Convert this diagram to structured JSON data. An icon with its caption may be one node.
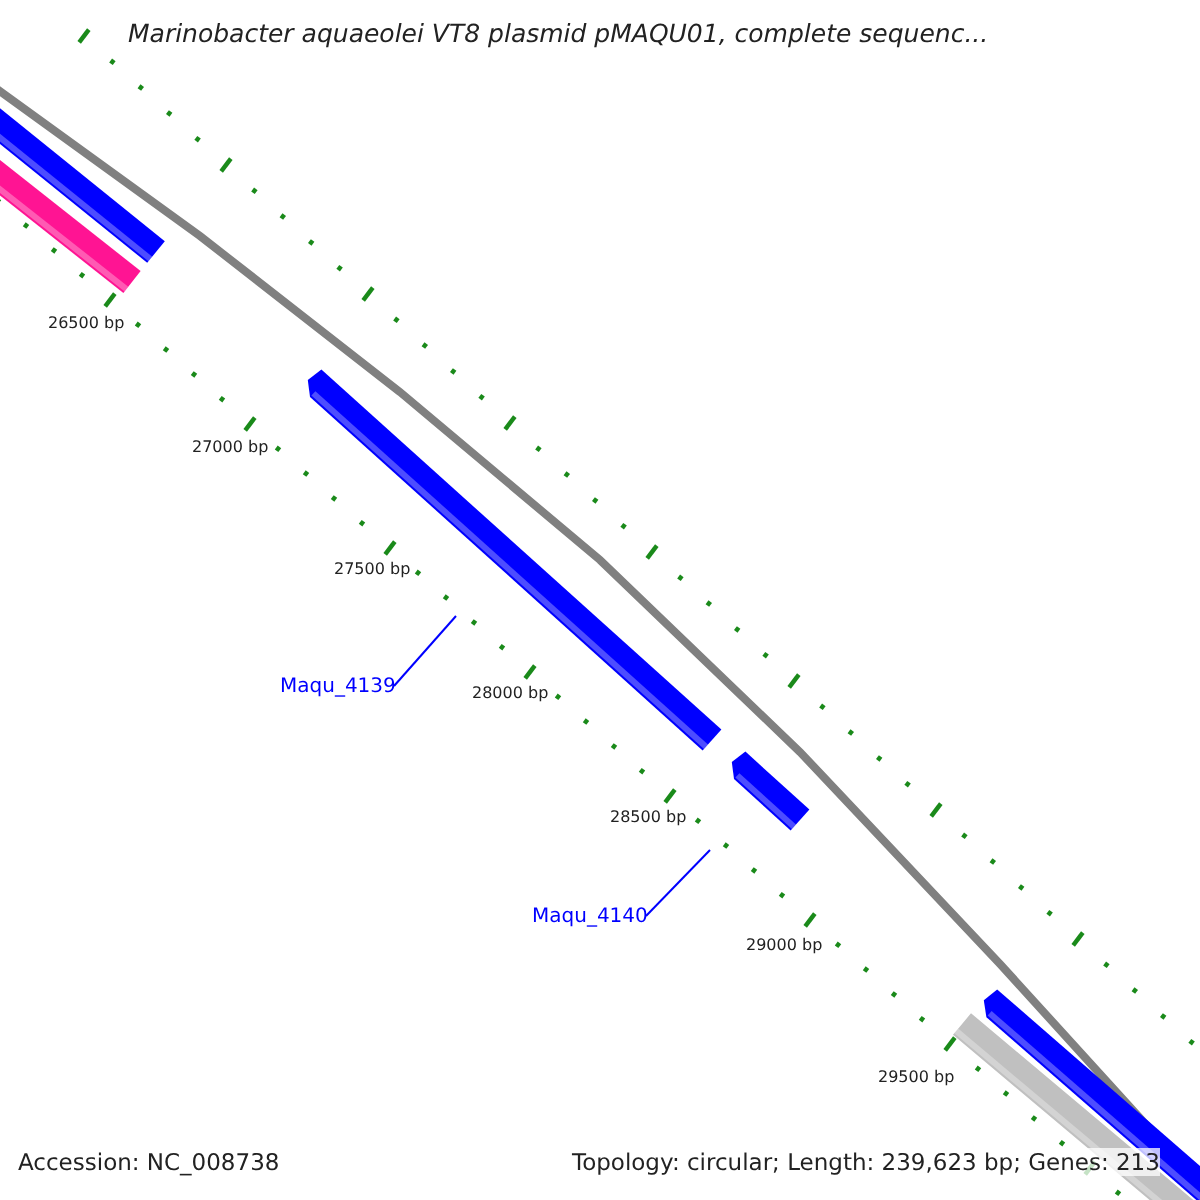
{
  "diagram": {
    "title": "Marinobacter aquaeolei VT8 plasmid pMAQU01, complete sequenc...",
    "nodes": [
      {
        "text": [],
        "shape": "bar"
      },
      {
        "text": [],
        "shape": "bar"
      },
      {
        "text": [],
        "shape": "bar"
      },
      {
        "text": [
          "Maqu_4139"
        ]
      },
      {
        "text": [],
        "shape": "bar"
      },
      {
        "text": [
          "Maqu_4140"
        ]
      },
      {
        "text": [],
        "shape": "bar"
      },
      {
        "text": [],
        "shape": "bar"
      }
    ],
    "edges": [
      {
        "from": 3,
        "to": 2,
        "arrow": "none"
      },
      {
        "from": 5,
        "to": 4,
        "arrow": "none"
      }
    ],
    "labels": [
      "26500 bp",
      "27000 bp",
      "27500 bp",
      "28000 bp",
      "28500 bp",
      "29000 bp",
      "29500 bp",
      "Accession: NC_008738",
      "Topology: circular; Length: 239,623 bp; Genes: 213"
    ]
  }
}
